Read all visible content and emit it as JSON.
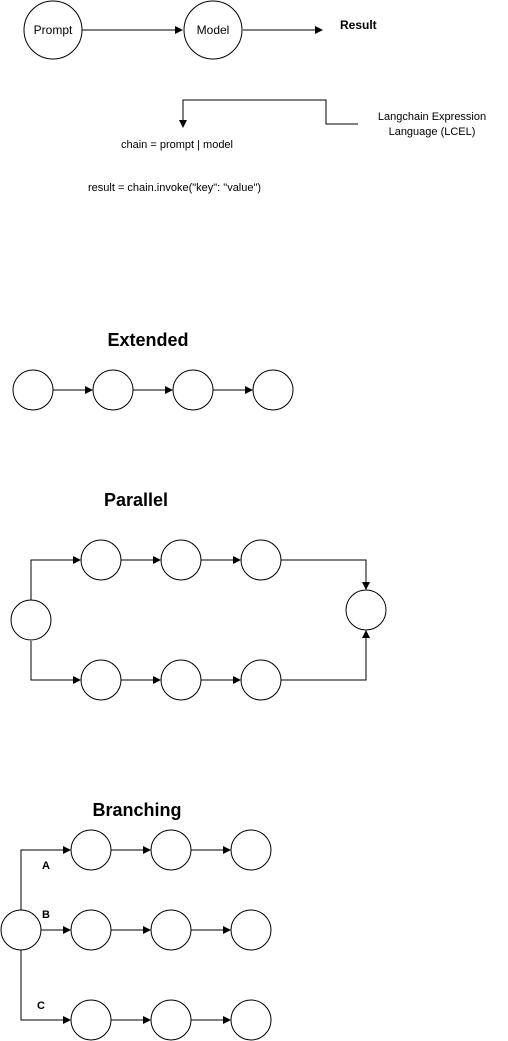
{
  "top": {
    "prompt_label": "Prompt",
    "model_label": "Model",
    "result_label": "Result",
    "lcel_line1": "Langchain  Expression",
    "lcel_line2": "Language (LCEL)",
    "chain_code": "chain  = prompt | model",
    "result_code": "result =  chain.invoke(\"key\": \"value\")"
  },
  "extended": {
    "heading": "Extended"
  },
  "parallel": {
    "heading": "Parallel"
  },
  "branching": {
    "heading": "Branching",
    "labels": [
      "A",
      "B",
      "C"
    ]
  }
}
